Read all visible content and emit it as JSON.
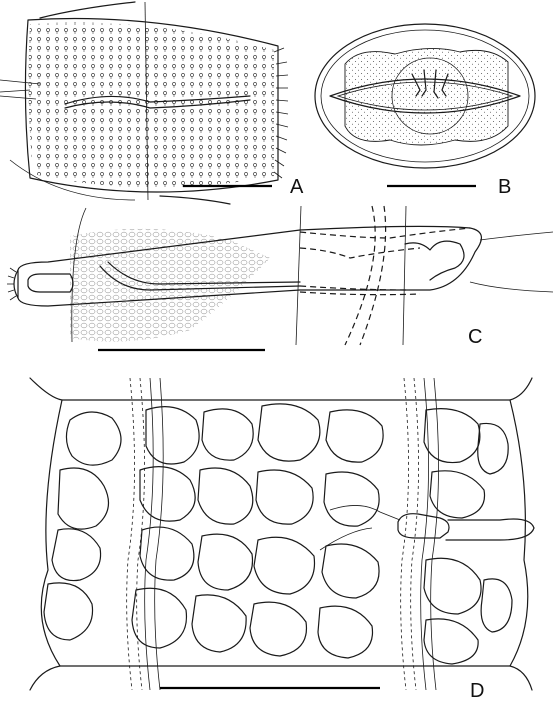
{
  "figure": {
    "panels": [
      {
        "letter": "A"
      },
      {
        "letter": "B"
      },
      {
        "letter": "C"
      },
      {
        "letter": "D"
      }
    ]
  },
  "colors": {
    "ink": "#1a1a1a",
    "background": "#ffffff",
    "stipple": "#555555"
  }
}
